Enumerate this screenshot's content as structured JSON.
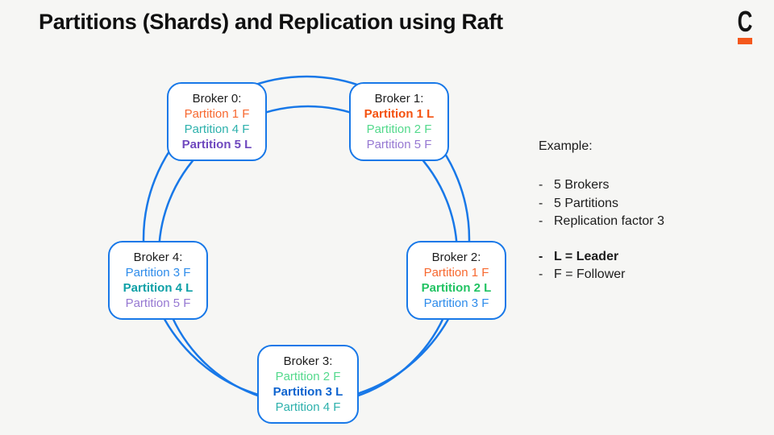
{
  "slide": {
    "title": "Partitions (Shards) and Replication using Raft",
    "logo_letter": "C"
  },
  "colors": {
    "background": "#f6f6f4",
    "ring_blue": "#1878e8",
    "box_border_blue": "#1878e8",
    "box_fill": "#ffffff",
    "text_black": "#1c1c1c",
    "logo_orange": "#f4581c",
    "partition_1_follower": "#f7682f",
    "partition_1_leader": "#f4510e",
    "partition_2_follower": "#53d98c",
    "partition_2_leader": "#22c363",
    "partition_3_follower": "#2e8ceb",
    "partition_3_leader": "#0d63cf",
    "partition_4_follower": "#2db1ac",
    "partition_4_leader": "#0da0a6",
    "partition_5_follower": "#9678d2",
    "partition_5_leader": "#6f48be"
  },
  "brokers": [
    {
      "name": "Broker 0:",
      "partitions": [
        {
          "label": "Partition 1 F",
          "color": "#f7682f",
          "bold": false
        },
        {
          "label": "Partition 4 F",
          "color": "#2db1ac",
          "bold": false
        },
        {
          "label": "Partition 5 L",
          "color": "#6f48be",
          "bold": true
        }
      ]
    },
    {
      "name": "Broker 1:",
      "partitions": [
        {
          "label": "Partition 1 L",
          "color": "#f4510e",
          "bold": true
        },
        {
          "label": "Partition 2 F",
          "color": "#53d98c",
          "bold": false
        },
        {
          "label": "Partition 5 F",
          "color": "#9678d2",
          "bold": false
        }
      ]
    },
    {
      "name": "Broker 2:",
      "partitions": [
        {
          "label": "Partition 1 F",
          "color": "#f7682f",
          "bold": false
        },
        {
          "label": "Partition 2 L",
          "color": "#22c363",
          "bold": true
        },
        {
          "label": "Partition 3 F",
          "color": "#2e8ceb",
          "bold": false
        }
      ]
    },
    {
      "name": "Broker 3:",
      "partitions": [
        {
          "label": "Partition 2 F",
          "color": "#53d98c",
          "bold": false
        },
        {
          "label": "Partition 3 L",
          "color": "#0d63cf",
          "bold": true
        },
        {
          "label": "Partition 4 F",
          "color": "#2db1ac",
          "bold": false
        }
      ]
    },
    {
      "name": "Broker 4:",
      "partitions": [
        {
          "label": "Partition 3 F",
          "color": "#2e8ceb",
          "bold": false
        },
        {
          "label": "Partition 4 L",
          "color": "#0da0a6",
          "bold": true
        },
        {
          "label": "Partition 5 F",
          "color": "#9678d2",
          "bold": false
        }
      ]
    }
  ],
  "example_panel": {
    "heading": "Example:",
    "bullet_char": "-",
    "groups": [
      {
        "items": [
          {
            "text": "5 Brokers",
            "bold": false
          },
          {
            "text": "5 Partitions",
            "bold": false
          },
          {
            "text": "Replication factor 3",
            "bold": false
          }
        ]
      },
      {
        "items": [
          {
            "text": "L = Leader",
            "bold": true
          },
          {
            "text": "F = Follower",
            "bold": false
          }
        ]
      }
    ]
  }
}
